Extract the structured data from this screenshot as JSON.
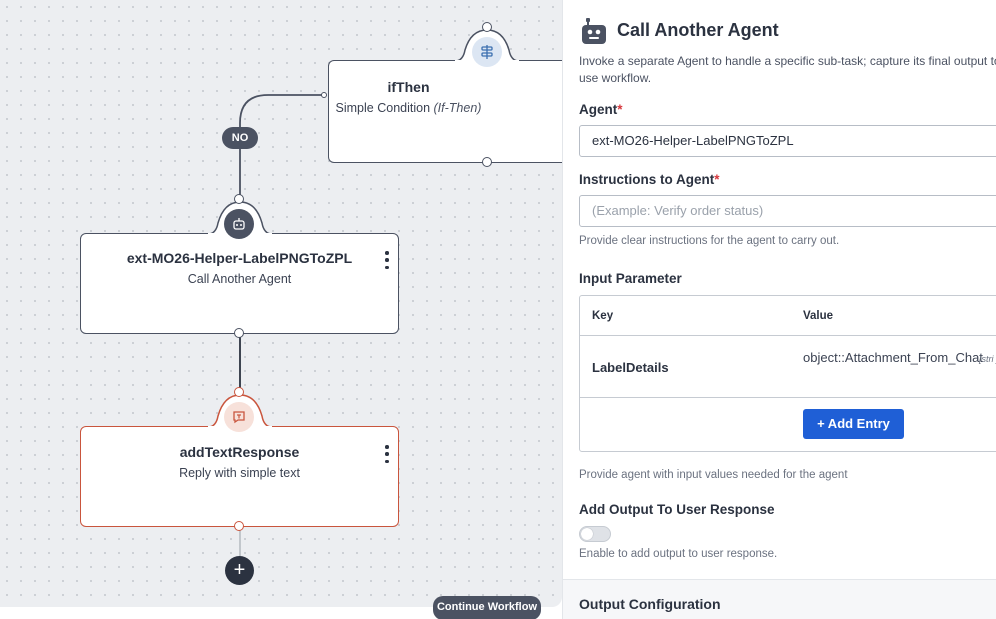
{
  "canvas": {
    "badge_no": "NO",
    "continue_label": "Continue Workflow",
    "add_node_label": "+",
    "nodes": {
      "ifthen": {
        "title": "ifThen",
        "subtitle": "Simple Condition",
        "subtitle_extra": "(If-Then)",
        "icon": "condition-icon"
      },
      "agent": {
        "title": "ext-MO26-Helper-LabelPNGToZPL",
        "subtitle": "Call Another Agent",
        "icon": "robot-icon"
      },
      "text": {
        "title": "addTextResponse",
        "subtitle": "Reply with simple text",
        "icon": "text-message-icon"
      }
    }
  },
  "panel": {
    "title": "Call Another Agent",
    "icon": "robot-icon",
    "description": "Invoke a separate Agent to handle a specific sub-task; capture its final output to use workflow.",
    "agent_label": "Agent",
    "agent_value": "ext-MO26-Helper-LabelPNGToZPL",
    "instructions_label": "Instructions to Agent",
    "instructions_placeholder": "(Example: Verify order status)",
    "instructions_help": "Provide clear instructions for the agent to carry out.",
    "required_mark": "*",
    "input_param_label": "Input Parameter",
    "table": {
      "key_header": "Key",
      "value_header": "Value",
      "rows": [
        {
          "key": "LabelDetails",
          "value": "object::Attachment_From_Chat",
          "type": "[stri ]"
        }
      ]
    },
    "add_entry_label": "+ Add Entry",
    "input_help": "Provide agent with input values needed for the agent",
    "output_label": "Add Output To User Response",
    "output_help": "Enable to add output to user response.",
    "output_enabled": false,
    "output_config_label": "Output Configuration"
  },
  "colors": {
    "accent": "#1f5fd6",
    "node_border": "#4b5262",
    "text_node_border": "#c9553d",
    "required": "#d6373d"
  }
}
